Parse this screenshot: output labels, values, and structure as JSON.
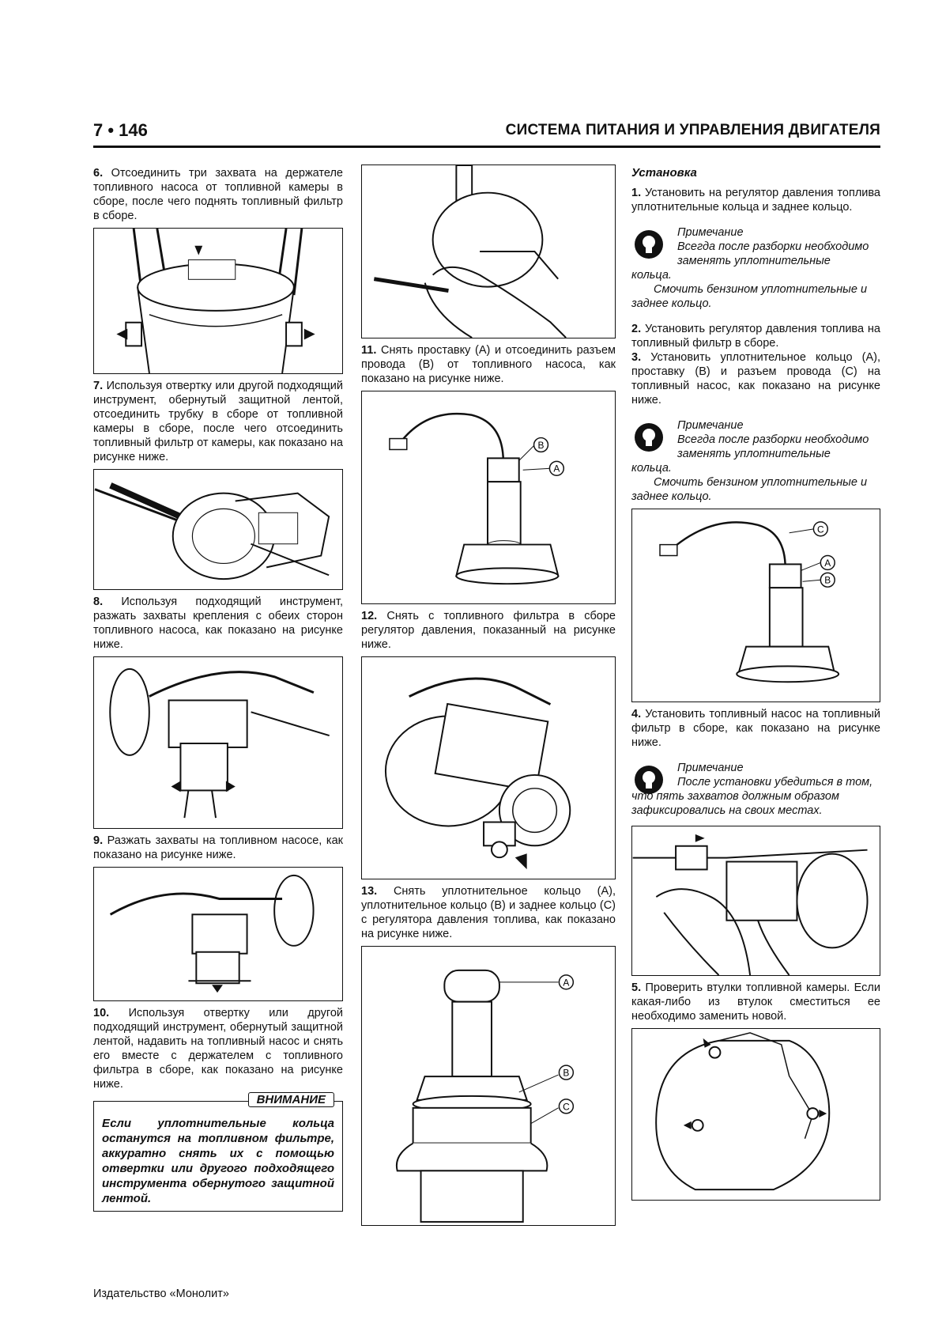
{
  "header": {
    "page_number": "7 • 146",
    "title": "СИСТЕМА ПИТАНИЯ И УПРАВЛЕНИЯ ДВИГАТЕЛЯ"
  },
  "col1": {
    "s6_num": "6.",
    "s6_text": "Отсоединить три захвата на держателе топливного насоса от топливной камеры в сборе, после чего поднять топливный фильтр в сборе.",
    "s7_num": "7.",
    "s7_text": "Используя отвертку или другой подходящий инструмент, обернутый защитной лентой, отсоединить трубку в сборе от топливной камеры в сборе, после чего отсоединить топливный фильтр от камеры, как показано на рисунке ниже.",
    "s8_num": "8.",
    "s8_text": "Используя подходящий инструмент, разжать захваты крепления с обеих сторон топливного насоса, как показано на рисунке ниже.",
    "s9_num": "9.",
    "s9_text": "Разжать захваты на топливном насосе, как показано на рисунке ниже.",
    "s10_num": "10.",
    "s10_text": "Используя отвертку или другой подходящий инструмент, обернутый защитной лентой, надавить на топливный насос и снять его вместе с держателем с топливного фильтра в сборе, как показано на рисунке ниже.",
    "warning_label": "ВНИМАНИЕ",
    "warning_text": "Если уплотнительные кольца останутся на топливном фильтре, аккуратно снять их с помощью отвертки или другого подходящего инструмента обернутого защитной лентой."
  },
  "col2": {
    "s11_num": "11.",
    "s11_text": "Снять проставку (A) и отсоединить разъем провода (B) от топливного насоса, как показано на рисунке ниже.",
    "s12_num": "12.",
    "s12_text": "Снять с топливного фильтра в сборе регулятор давления, показанный на рисунке ниже.",
    "s13_num": "13.",
    "s13_text": "Снять уплотнительное кольцо (A), уплотнительное кольцо (B) и заднее кольцо (C) с регулятора давления топлива, как показано на рисунке ниже.",
    "fig_labels": {
      "a": "A",
      "b": "B",
      "c": "C"
    }
  },
  "col3": {
    "section": "Установка",
    "s1_num": "1.",
    "s1_text": "Установить на регулятор давления топлива уплотнительные кольца и заднее кольцо.",
    "note1_title": "Примечание",
    "note1_l1": "Всегда после разборки необходимо заменять уплотнительные",
    "note1_l2": "кольца.",
    "note1_l3": "Смочить бензином уплотнительные и заднее кольцо.",
    "s2_num": "2.",
    "s2_text": "Установить регулятор давления топлива на топливный фильтр в сборе.",
    "s3_num": "3.",
    "s3_text": "Установить уплотнительное кольцо (A), проставку (B) и разъем провода (C) на топливный насос, как показано на рисунке ниже.",
    "note2_title": "Примечание",
    "note2_l1": "Всегда после разборки необходимо заменять уплотнительные",
    "note2_l2": "кольца.",
    "note2_l3": "Смочить бензином уплотнительные и заднее кольцо.",
    "s4_num": "4.",
    "s4_text": "Установить топливный насос на топливный фильтр в сборе, как показано на рисунке ниже.",
    "note3_title": "Примечание",
    "note3_l1": "После установки убедиться в том, что пять захватов должным образом зафиксировались на своих местах.",
    "s5_num": "5.",
    "s5_text": "Проверить втулки топливной камеры. Если какая-либо из втулок сместиться ее необходимо заменить новой."
  },
  "footer": {
    "publisher": "Издательство «Монолит»"
  }
}
